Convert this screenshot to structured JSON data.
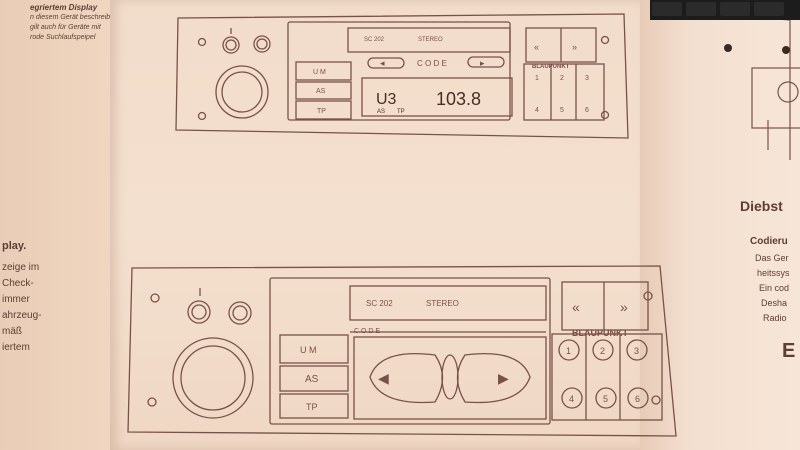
{
  "left_page": {
    "heading_fragment": "egriertem Display",
    "intro_lines": [
      "n diesem Gerät beschreiben.",
      "gilt auch für Geräte mit",
      "rode Suchlaufspeipel"
    ],
    "section_title": "play.",
    "body_lines": [
      "zeige im",
      "Check-",
      "immer",
      "ahrzeug-",
      "mäß",
      "iertem"
    ]
  },
  "radio_top": {
    "model": "SC 202",
    "stereo_label": "STEREO",
    "code_label": "C O D E",
    "buttons": [
      "U   M",
      "AS",
      "TP"
    ],
    "display": {
      "band": "U3",
      "frequency": "103.8",
      "as": "AS",
      "tp": "TP"
    },
    "brand": "BLAUPUNKT",
    "presets": [
      "1",
      "2",
      "3",
      "4",
      "5",
      "6"
    ]
  },
  "radio_bottom": {
    "model": "SC 202",
    "stereo_label": "STEREO",
    "code_label": "C O D E",
    "buttons": [
      "U   M",
      "AS",
      "TP"
    ],
    "brand": "BLAUPUNKT",
    "presets": [
      "1",
      "2",
      "3",
      "4",
      "5",
      "6"
    ]
  },
  "right_page": {
    "title": "Diebst",
    "subtitle": "Codieru",
    "body_lines": [
      "Das Ger",
      "heitssys",
      "Ein cod",
      "Desha",
      "Radio"
    ],
    "big_letter": "E"
  },
  "colors": {
    "line": "#7a5148",
    "paper": "#f2dccb",
    "text": "#5d3d36"
  }
}
